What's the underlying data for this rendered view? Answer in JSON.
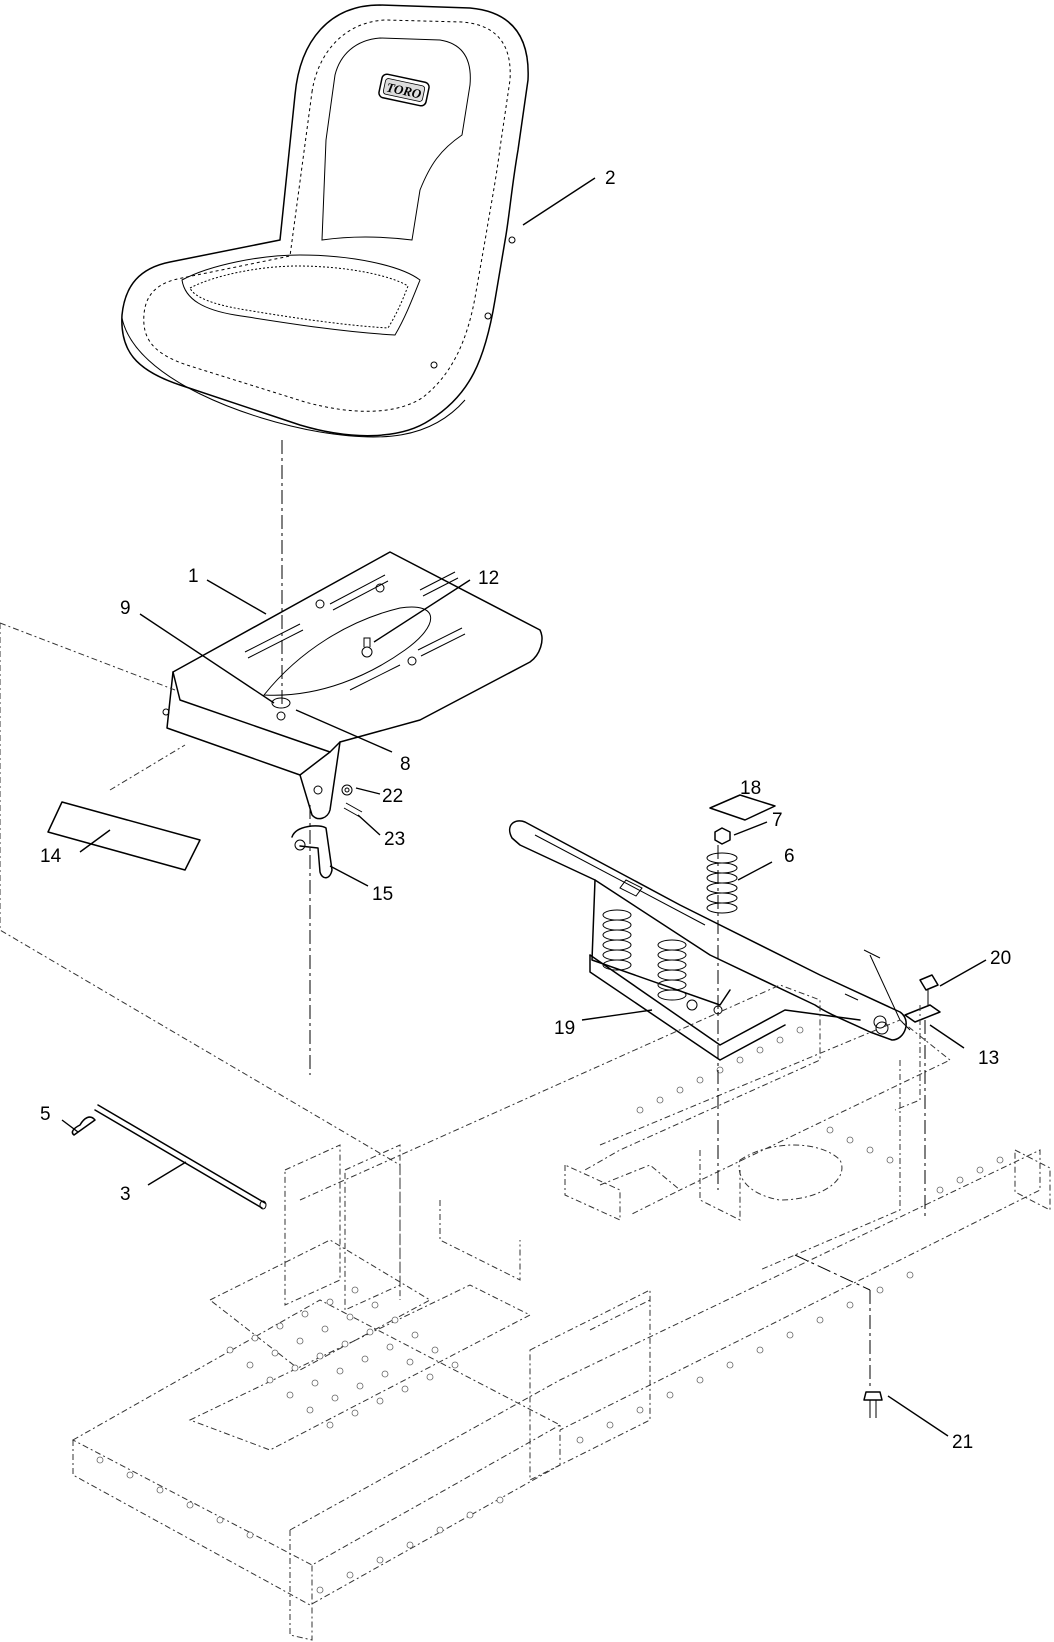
{
  "seat_logo": "TORO",
  "callouts": [
    {
      "id": "c1",
      "label": "1"
    },
    {
      "id": "c2",
      "label": "2"
    },
    {
      "id": "c3",
      "label": "3"
    },
    {
      "id": "c5",
      "label": "5"
    },
    {
      "id": "c6",
      "label": "6"
    },
    {
      "id": "c7",
      "label": "7"
    },
    {
      "id": "c8",
      "label": "8"
    },
    {
      "id": "c9",
      "label": "9"
    },
    {
      "id": "c12",
      "label": "12"
    },
    {
      "id": "c13",
      "label": "13"
    },
    {
      "id": "c14",
      "label": "14"
    },
    {
      "id": "c15",
      "label": "15"
    },
    {
      "id": "c18",
      "label": "18"
    },
    {
      "id": "c19",
      "label": "19"
    },
    {
      "id": "c20",
      "label": "20"
    },
    {
      "id": "c21",
      "label": "21"
    },
    {
      "id": "c22",
      "label": "22"
    },
    {
      "id": "c23",
      "label": "23"
    }
  ]
}
